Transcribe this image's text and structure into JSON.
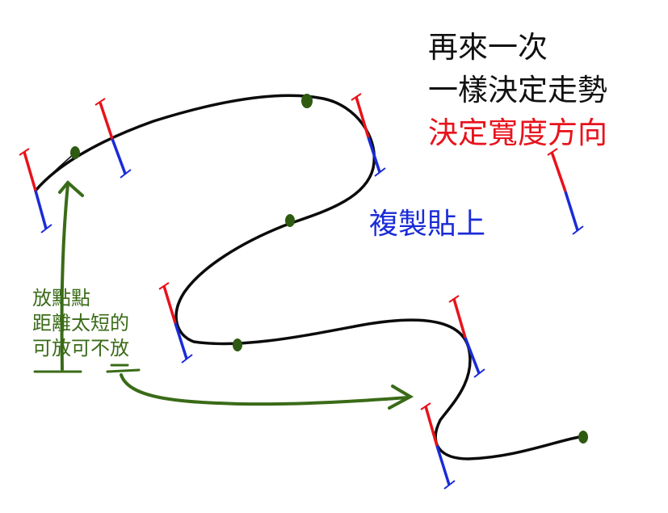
{
  "notes": {
    "title_line1": "再來一次",
    "title_line2": "一樣決定走勢",
    "title_line3": "決定寬度方向",
    "paste": "複製貼上",
    "spacing_line1": "放點點",
    "spacing_line2": "距離太短的",
    "spacing_line3": "可放可不放"
  },
  "colors": {
    "stroke": "#0b0b0b",
    "up_tick": "#e8121b",
    "down_tick": "#1a2bd8",
    "dot": "#2f5a12",
    "annotation": "#3a6b18"
  }
}
